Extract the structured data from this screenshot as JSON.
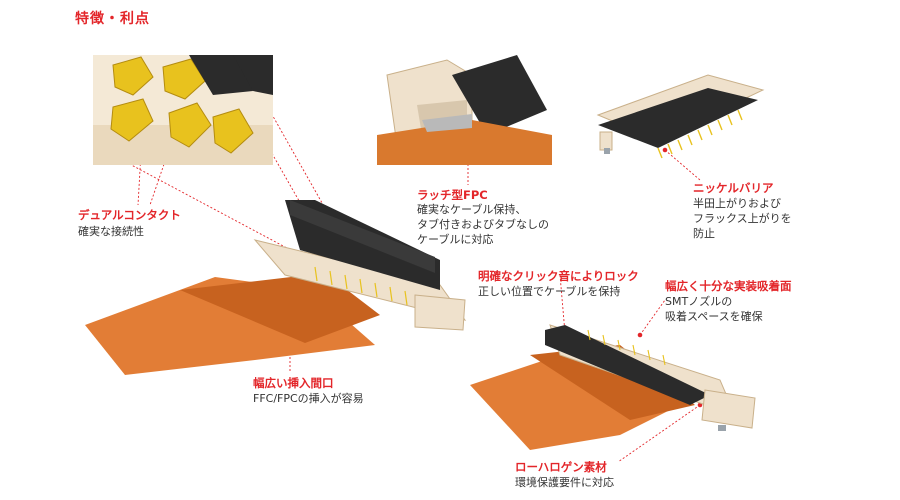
{
  "heading": "特徴・利点",
  "features": {
    "dual_contact": {
      "title": "デュアルコンタクト",
      "desc": [
        "確実な接続性"
      ]
    },
    "latch": {
      "title": "ラッチ型FPC",
      "desc": [
        "確実なケーブル保持、",
        "タブ付きおよびタブなしの",
        "ケーブルに対応"
      ]
    },
    "nickel": {
      "title": "ニッケルバリア",
      "desc": [
        "半田上がりおよび",
        "フラックス上がりを",
        "防止"
      ]
    },
    "click": {
      "title": "明確なクリック音によりロック",
      "desc": [
        "正しい位置でケーブルを保持"
      ]
    },
    "wide_pad": {
      "title": "幅広く十分な実装吸着面",
      "desc": [
        "SMTノズルの",
        "吸着スペースを確保"
      ]
    },
    "wide_opening": {
      "title": "幅広い挿入間口",
      "desc": [
        "FFC/FPCの挿入が容易"
      ]
    },
    "halogen": {
      "title": "ローハロゲン素材",
      "desc": [
        "環境保護要件に対応"
      ]
    }
  },
  "colors": {
    "accent_red": "#e3262a",
    "cable_orange": "#d9792e",
    "housing_beige": "#efe1cc",
    "actuator_black": "#2b2b2b",
    "contact_gold": "#e8c21e"
  }
}
